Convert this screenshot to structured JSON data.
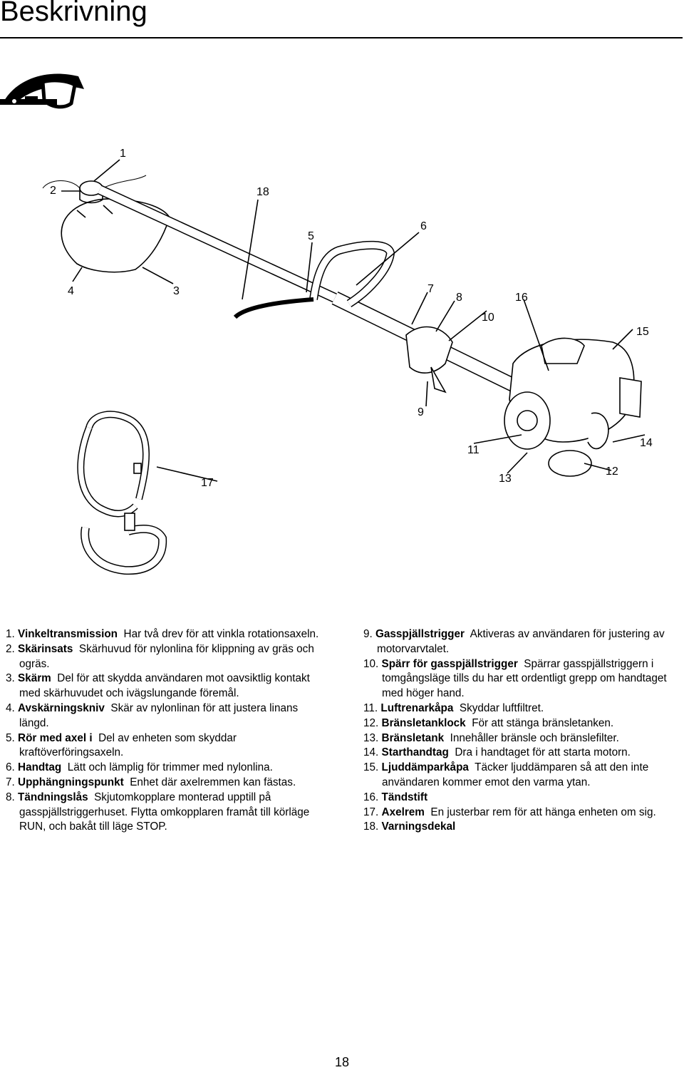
{
  "page": {
    "title": "Beskrivning",
    "page_number": "18"
  },
  "figure": {
    "callouts": [
      "1",
      "2",
      "3",
      "4",
      "5",
      "6",
      "7",
      "8",
      "9",
      "10",
      "11",
      "12",
      "13",
      "14",
      "15",
      "16",
      "17",
      "18"
    ]
  },
  "items_left": [
    {
      "num": "1.",
      "term": "Vinkeltransmission",
      "desc": "Har två drev för att vinkla rotationsaxeln."
    },
    {
      "num": "2.",
      "term": "Skärinsats",
      "desc": "Skärhuvud för nylonlina för klippning av gräs och ogräs."
    },
    {
      "num": "3.",
      "term": "Skärm",
      "desc": "Del för att skydda användaren mot oavsiktlig kontakt med skärhuvudet och ivägslungande föremål."
    },
    {
      "num": "4.",
      "term": "Avskärningskniv",
      "desc": "Skär av nylonlinan för att justera linans längd."
    },
    {
      "num": "5.",
      "term": "Rör med axel i",
      "desc": "Del av enheten som skyddar kraftöverföringsaxeln."
    },
    {
      "num": "6.",
      "term": "Handtag",
      "desc": "Lätt och lämplig för trimmer med nylonlina."
    },
    {
      "num": "7.",
      "term": "Upphängningspunkt",
      "desc": "Enhet där axelremmen kan fästas."
    },
    {
      "num": "8.",
      "term": "Tändningslås",
      "desc": "Skjutomkopplare monterad upptill på gasspjällstriggerhuset. Flytta omkopplaren framåt till körläge RUN, och bakåt till läge STOP."
    }
  ],
  "items_right": [
    {
      "num": "9.",
      "term": "Gasspjällstrigger",
      "desc": "Aktiveras av användaren för justering av motorvarvtalet."
    },
    {
      "num": "10.",
      "term": "Spärr för gasspjällstrigger",
      "desc": "Spärrar gasspjällstriggern i tomgångsläge tills du har ett ordentligt grepp om handtaget med höger hand."
    },
    {
      "num": "11.",
      "term": "Luftrenarkåpa",
      "desc": "Skyddar luftfiltret."
    },
    {
      "num": "12.",
      "term": "Bränsletanklock",
      "desc": "För att stänga bränsletanken."
    },
    {
      "num": "13.",
      "term": "Bränsletank",
      "desc": "Innehåller bränsle och bränslefilter."
    },
    {
      "num": "14.",
      "term": "Starthandtag",
      "desc": "Dra i handtaget för att starta motorn."
    },
    {
      "num": "15.",
      "term": "Ljuddämparkåpa",
      "desc": "Täcker ljuddämparen så att den inte användaren kommer emot den varma ytan."
    },
    {
      "num": "16.",
      "term": "Tändstift",
      "desc": ""
    },
    {
      "num": "17.",
      "term": "Axelrem",
      "desc": "En justerbar rem för att hänga enheten om sig."
    },
    {
      "num": "18.",
      "term": "Varningsdekal",
      "desc": ""
    }
  ]
}
